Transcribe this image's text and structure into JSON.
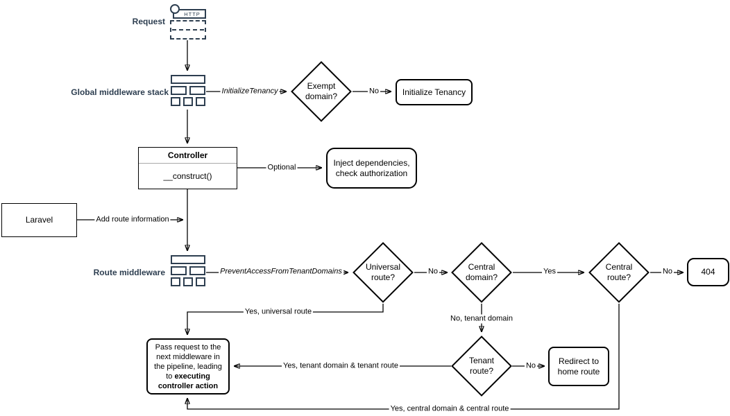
{
  "colors": {
    "accent": "#2d3e50",
    "line": "#000000",
    "shape_stroke": "#000000"
  },
  "nodes": {
    "request": {
      "label": "Request",
      "http": "HTTP"
    },
    "global_middleware": {
      "label": "Global middleware stack"
    },
    "route_middleware": {
      "label": "Route middleware"
    },
    "controller": {
      "title": "Controller",
      "method": "__construct()"
    },
    "laravel": {
      "label": "Laravel"
    },
    "exempt_domain": {
      "label": "Exempt\ndomain?"
    },
    "initialize_tenancy": {
      "label": "Initialize Tenancy"
    },
    "inject": {
      "label": "Inject dependencies,\ncheck authorization"
    },
    "universal_route": {
      "label": "Universal\nroute?"
    },
    "central_domain": {
      "label": "Central\ndomain?"
    },
    "central_route": {
      "label": "Central\nroute?"
    },
    "not_found": {
      "label": "404"
    },
    "tenant_route": {
      "label": "Tenant\nroute?"
    },
    "redirect_home": {
      "label": "Redirect to\nhome route"
    },
    "pass_request": {
      "text": "Pass request to the next middleware in the pipeline, leading to ",
      "bold": "executing controller action"
    }
  },
  "edge_labels": {
    "initialize_tenancy_mw": "InitializeTenancy",
    "no_exempt": "No",
    "optional": "Optional",
    "add_route_information": "Add route information",
    "prevent_access": "PreventAccessFromTenantDomains",
    "no_universal": "No",
    "yes_central_domain": "Yes",
    "no_central_route": "No",
    "yes_universal_route": "Yes, universal route",
    "no_tenant_domain": "No, tenant domain",
    "yes_tenant_route": "Yes, tenant domain & tenant route",
    "no_tenant_route": "No",
    "yes_central_route": "Yes, central domain & central route"
  }
}
